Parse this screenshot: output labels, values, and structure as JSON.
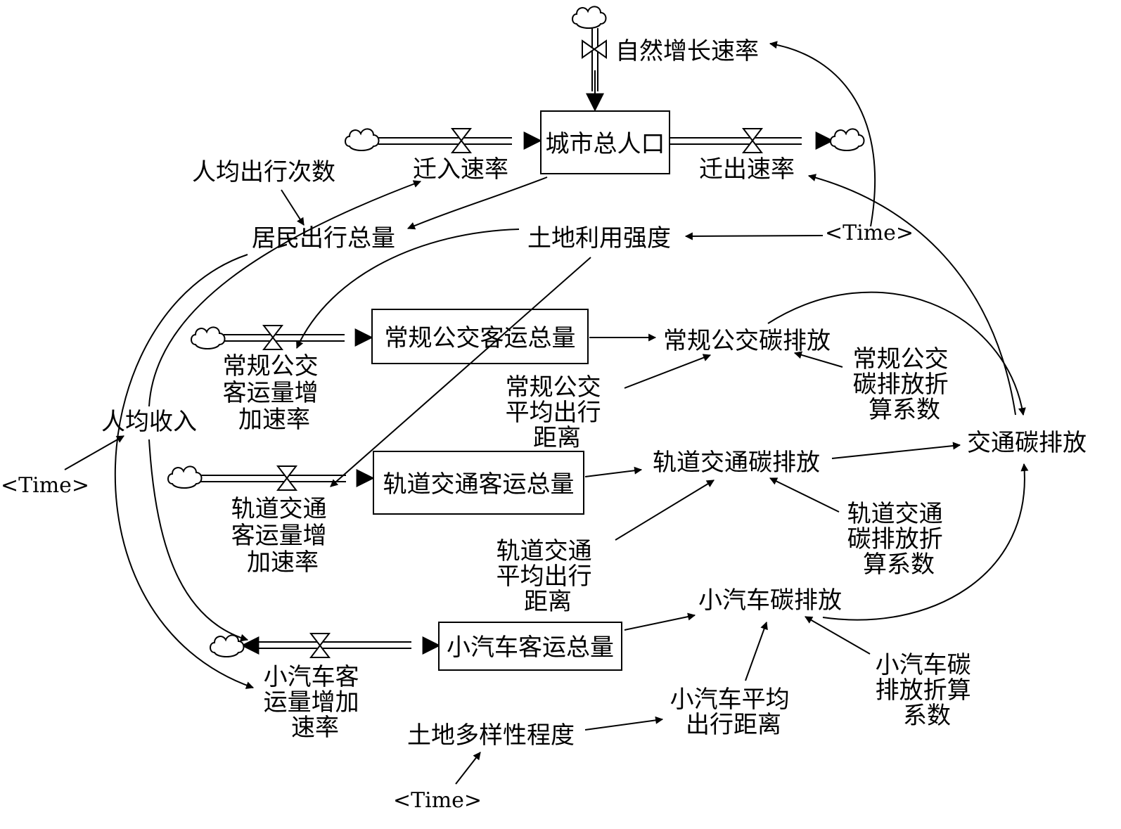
{
  "stocks": {
    "city_population": "城市总人口",
    "bus_passenger_total": "常规公交客运总量",
    "rail_passenger_total": "轨道交通客运总量",
    "car_passenger_total": "小汽车客运总量"
  },
  "rates": {
    "natural_growth": "自然增长速率",
    "in_migration": "迁入速率",
    "out_migration": "迁出速率",
    "bus_growth": [
      "常规公交",
      "客运量增",
      "加速率"
    ],
    "rail_growth": [
      "轨道交通",
      "客运量增",
      "加速率"
    ],
    "car_growth": [
      "小汽车客",
      "运量增加",
      "速率"
    ]
  },
  "variables": {
    "trips_per_capita": "人均出行次数",
    "resident_trips_total": "居民出行总量",
    "land_use_intensity": "土地利用强度",
    "income_per_capita": "人均收入",
    "bus_emission": "常规公交碳排放",
    "bus_emission_factor": [
      "常规公交",
      "碳排放折",
      "算系数"
    ],
    "bus_avg_distance": [
      "常规公交",
      "平均出行",
      "距离"
    ],
    "rail_emission": "轨道交通碳排放",
    "rail_emission_factor": [
      "轨道交通",
      "碳排放折",
      "算系数"
    ],
    "rail_avg_distance": [
      "轨道交通",
      "平均出行",
      "距离"
    ],
    "car_emission": "小汽车碳排放",
    "car_emission_factor": [
      "小汽车碳",
      "排放折算",
      "系数"
    ],
    "car_avg_distance": [
      "小汽车平均",
      "出行距离"
    ],
    "traffic_emission": "交通碳排放",
    "land_diversity": "土地多样性程度"
  },
  "time_labels": {
    "top": "<Time>",
    "left": "<Time>",
    "bottom": "<Time>"
  }
}
